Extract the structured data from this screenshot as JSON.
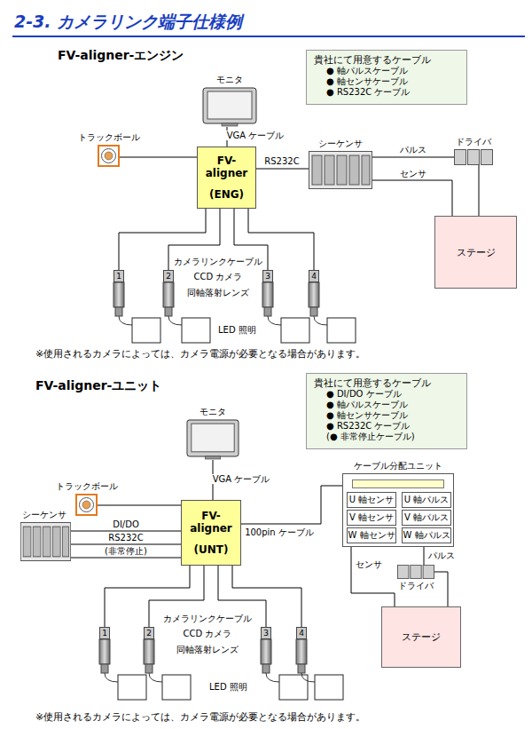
{
  "diagram": {
    "title": "2-3. カメラリンク端子仕様例",
    "nodes": [
      {
        "text": [
          "貴社にて用意するケーブル",
          "● 軸パルスケーブル",
          "● 軸センサケーブル",
          "● RS232C ケーブル"
        ]
      },
      {
        "text": [
          "モニタ"
        ]
      },
      {
        "text": [
          "トラックボール"
        ]
      },
      {
        "text": [
          "FV-aligner",
          "(ENG)"
        ]
      },
      {
        "text": [
          "シーケンサ"
        ]
      },
      {
        "text": [
          "ドライバ"
        ]
      },
      {
        "text": [
          "ステージ"
        ]
      },
      {
        "text": [
          "1"
        ]
      },
      {
        "text": [
          "2"
        ]
      },
      {
        "text": [
          "3"
        ]
      },
      {
        "text": [
          "4"
        ]
      },
      {
        "text": [
          "貴社にて用意するケーブル",
          "● DI/DO ケーブル",
          "● 軸パルスケーブル",
          "● 軸センサケーブル",
          "● RS232C ケーブル",
          "(● 非常停止ケーブル)"
        ]
      },
      {
        "text": [
          "モニタ"
        ]
      },
      {
        "text": [
          "トラックボール"
        ]
      },
      {
        "text": [
          "シーケンサ"
        ]
      },
      {
        "text": [
          "FV-aligner",
          "(UNT)"
        ]
      },
      {
        "text": [
          "ケーブル分配ユニット"
        ]
      },
      {
        "text": [
          "U 軸センサ"
        ],
        "in": 16
      },
      {
        "text": [
          "U 軸パルス"
        ],
        "in": 16
      },
      {
        "text": [
          "V 軸センサ"
        ],
        "in": 16
      },
      {
        "text": [
          "V 軸パルス"
        ],
        "in": 16
      },
      {
        "text": [
          "W 軸センサ"
        ],
        "in": 16
      },
      {
        "text": [
          "W 軸パルス"
        ],
        "in": 16
      },
      {
        "text": [
          "ドライバ"
        ]
      },
      {
        "text": [
          "ステージ"
        ]
      },
      {
        "text": [
          "1"
        ]
      },
      {
        "text": [
          "2"
        ]
      },
      {
        "text": [
          "3"
        ]
      },
      {
        "text": [
          "4"
        ]
      }
    ],
    "edges": [
      {
        "from": 1,
        "to": 3,
        "label": "VGA ケーブル",
        "arrow": "none"
      },
      {
        "from": 2,
        "to": 3,
        "arrow": "none"
      },
      {
        "from": 3,
        "to": 4,
        "label": "RS232C",
        "arrow": "none"
      },
      {
        "from": 4,
        "to": 5,
        "label": "パルス",
        "arrow": "none"
      },
      {
        "from": 4,
        "to": 6,
        "label": "センサ",
        "arrow": "none"
      },
      {
        "from": 5,
        "to": 6,
        "arrow": "none"
      },
      {
        "from": 3,
        "to": 7,
        "arrow": "none"
      },
      {
        "from": 3,
        "to": 8,
        "arrow": "none"
      },
      {
        "from": 3,
        "to": 9,
        "arrow": "none"
      },
      {
        "from": 3,
        "to": 10,
        "arrow": "none"
      },
      {
        "from": 12,
        "to": 15,
        "label": "VGA ケーブル",
        "arrow": "none"
      },
      {
        "from": 13,
        "to": 15,
        "arrow": "none"
      },
      {
        "from": 14,
        "to": 15,
        "label": "DI/DO",
        "arrow": "none"
      },
      {
        "from": 14,
        "to": 15,
        "label": "RS232C",
        "arrow": "none"
      },
      {
        "from": 14,
        "to": 15,
        "label": "(非常停止)",
        "arrow": "none"
      },
      {
        "from": 15,
        "to": 16,
        "label": "100pin ケーブル",
        "arrow": "none"
      },
      {
        "from": 16,
        "to": 24,
        "label": "センサ",
        "arrow": "none"
      },
      {
        "from": 16,
        "to": 23,
        "label": "パルス",
        "arrow": "none"
      },
      {
        "from": 23,
        "to": 24,
        "arrow": "none"
      },
      {
        "from": 15,
        "to": 25,
        "arrow": "none"
      },
      {
        "from": 15,
        "to": 26,
        "arrow": "none"
      },
      {
        "from": 15,
        "to": 27,
        "arrow": "none"
      },
      {
        "from": 15,
        "to": 28,
        "arrow": "none"
      }
    ],
    "labels": [
      "FV-aligner-エンジン",
      "カメラリンクケーブル",
      "CCD カメラ",
      "同軸落射レンズ",
      "LED 照明",
      "※使用されるカメラによっては、カメラ電源が必要となる場合があります。",
      "FV-aligner-ユニット",
      "カメラリンクケーブル",
      "CCD カメラ",
      "同軸落射レンズ",
      "LED 照明",
      "※使用されるカメラによっては、カメラ電源が必要となる場合があります。"
    ]
  }
}
